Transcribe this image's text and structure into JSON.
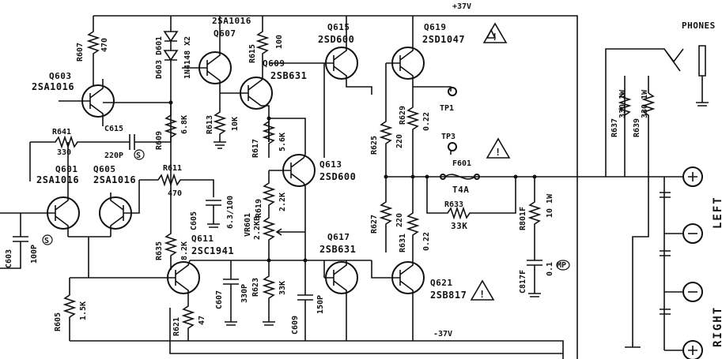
{
  "rails": {
    "positive": "+37V",
    "negative": "-37V"
  },
  "outputs": {
    "phones": "PHONES",
    "left": "LEFT",
    "right": "RIGHT"
  },
  "transistors": {
    "q603": {
      "ref": "Q603",
      "part": "2SA1016"
    },
    "q607": {
      "ref": "Q607",
      "part": "2SA1016"
    },
    "q609": {
      "ref": "Q609",
      "part": "2SB631"
    },
    "q615": {
      "ref": "Q615",
      "part": "2SD600"
    },
    "q619": {
      "ref": "Q619",
      "part": "2SD1047"
    },
    "q613": {
      "ref": "Q613",
      "part": "2SD600"
    },
    "q601": {
      "ref": "Q601",
      "part": "2SA1016"
    },
    "q605": {
      "ref": "Q605",
      "part": "2SA1016"
    },
    "q611": {
      "ref": "Q611",
      "part": "2SC1941"
    },
    "q617": {
      "ref": "Q617",
      "part": "2SB631"
    },
    "q621": {
      "ref": "Q621",
      "part": "2SB817"
    }
  },
  "diodes": {
    "refs": "D603 D601",
    "part": "1N4148 X2"
  },
  "resistors": {
    "r607": {
      "ref": "R607",
      "value": "470"
    },
    "r615": {
      "ref": "R615",
      "value": "100"
    },
    "r613": {
      "ref": "R613",
      "value": "10K"
    },
    "r609": {
      "ref": "R609",
      "value": "6.8K"
    },
    "r611": {
      "ref": "R611",
      "value": "470"
    },
    "r641": {
      "ref": "R641",
      "value": "330"
    },
    "r617": {
      "ref": "R617",
      "value": "5.6K"
    },
    "r619": {
      "ref": "R619",
      "value": "2.2K"
    },
    "vr601": {
      "ref": "VR601",
      "value": "2.2KB"
    },
    "r623": {
      "ref": "R623",
      "value": "33K"
    },
    "r625": {
      "ref": "R625",
      "value": "220"
    },
    "r627": {
      "ref": "R627",
      "value": "220"
    },
    "r629": {
      "ref": "R629",
      "value": "0.22"
    },
    "r631": {
      "ref": "R631",
      "value": "0.22"
    },
    "r633": {
      "ref": "R633",
      "value": "33K"
    },
    "r635": {
      "ref": "R635",
      "value": "8.2K"
    },
    "r605": {
      "ref": "R605",
      "value": "1.5K"
    },
    "r621": {
      "ref": "R621",
      "value": "47"
    },
    "r637": {
      "ref": "R637",
      "value": "330 1W"
    },
    "r639": {
      "ref": "R639",
      "value": "330 1W"
    },
    "r801f": {
      "ref": "R801F",
      "value": "10 1W"
    }
  },
  "capacitors": {
    "c615": {
      "ref": "C615",
      "value": "220P"
    },
    "c605": {
      "ref": "C605",
      "value": "6.3/100"
    },
    "c603": {
      "ref": "C603",
      "value": "100P"
    },
    "c607": {
      "ref": "C607",
      "value": "330P"
    },
    "c609": {
      "ref": "C609",
      "value": "150P"
    },
    "c817f": {
      "ref": "C817F",
      "value": "0.1"
    }
  },
  "fuse": {
    "ref": "F601",
    "value": "T4A"
  },
  "testpoints": {
    "tp1": "TP1",
    "tp3": "TP3"
  },
  "marks": {
    "s": "S",
    "mp": "MP"
  }
}
